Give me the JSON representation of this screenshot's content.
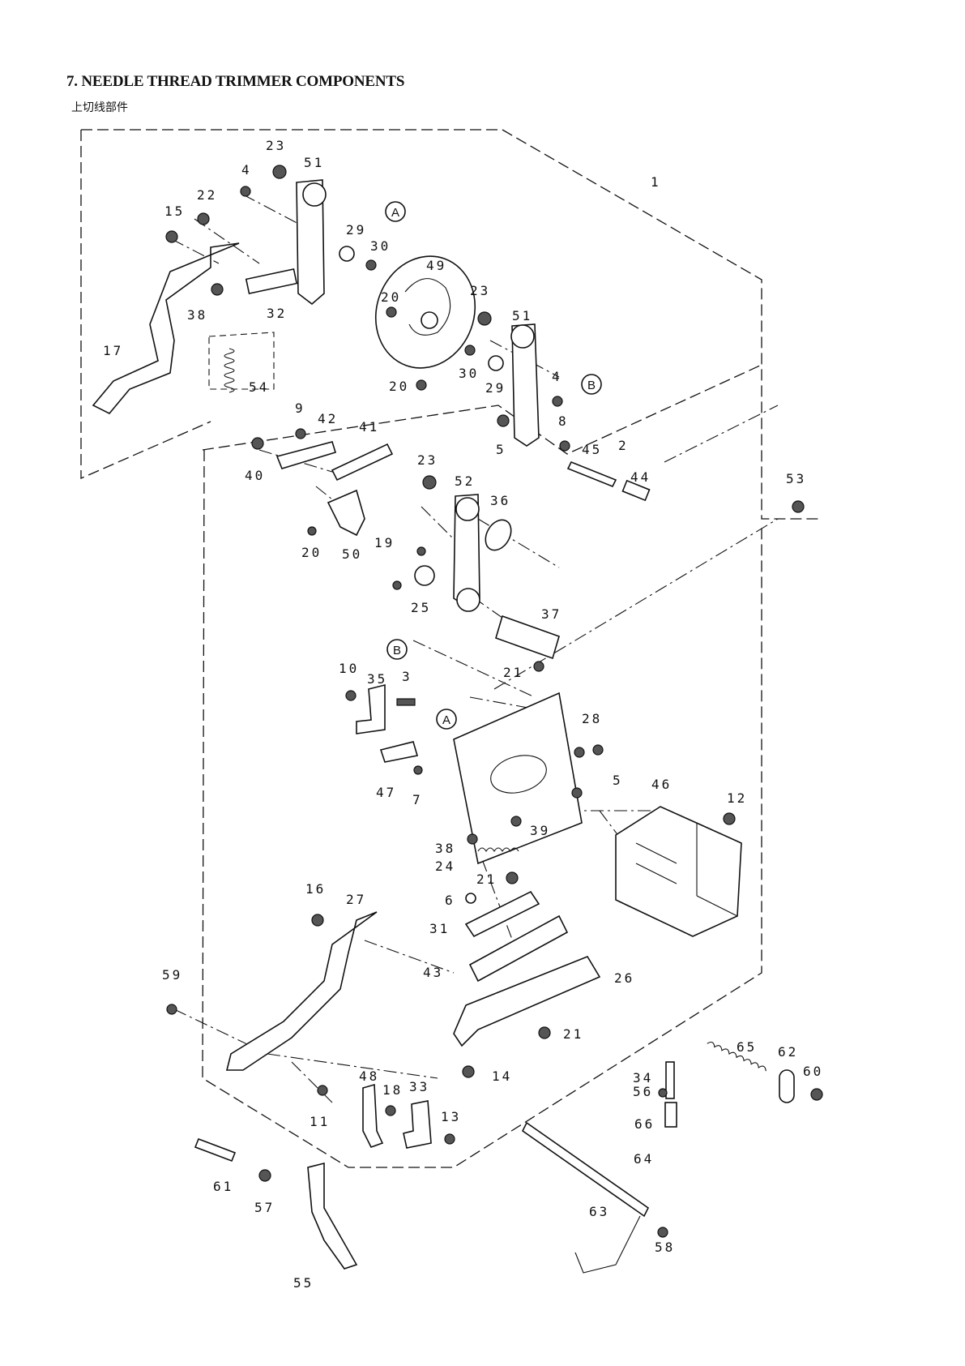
{
  "header": {
    "title": "7. NEEDLE THREAD TRIMMER COMPONENTS",
    "subtitle": "上切线部件"
  },
  "callouts": [
    {
      "id": "1",
      "label": "1"
    },
    {
      "id": "2",
      "label": "2"
    },
    {
      "id": "3",
      "label": "3"
    },
    {
      "id": "4a",
      "label": "4"
    },
    {
      "id": "4b",
      "label": "4"
    },
    {
      "id": "5a",
      "label": "5"
    },
    {
      "id": "5b",
      "label": "5"
    },
    {
      "id": "6",
      "label": "6"
    },
    {
      "id": "7",
      "label": "7"
    },
    {
      "id": "8",
      "label": "8"
    },
    {
      "id": "9",
      "label": "9"
    },
    {
      "id": "10",
      "label": "10"
    },
    {
      "id": "11",
      "label": "11"
    },
    {
      "id": "12",
      "label": "12"
    },
    {
      "id": "13",
      "label": "13"
    },
    {
      "id": "14",
      "label": "14"
    },
    {
      "id": "15",
      "label": "15"
    },
    {
      "id": "16",
      "label": "16"
    },
    {
      "id": "17",
      "label": "17"
    },
    {
      "id": "18",
      "label": "18"
    },
    {
      "id": "19",
      "label": "19"
    },
    {
      "id": "20a",
      "label": "20"
    },
    {
      "id": "20b",
      "label": "20"
    },
    {
      "id": "20c",
      "label": "20"
    },
    {
      "id": "21a",
      "label": "21"
    },
    {
      "id": "21b",
      "label": "21"
    },
    {
      "id": "21c",
      "label": "21"
    },
    {
      "id": "22",
      "label": "22"
    },
    {
      "id": "23a",
      "label": "23"
    },
    {
      "id": "23b",
      "label": "23"
    },
    {
      "id": "23c",
      "label": "23"
    },
    {
      "id": "24",
      "label": "24"
    },
    {
      "id": "25",
      "label": "25"
    },
    {
      "id": "26",
      "label": "26"
    },
    {
      "id": "27",
      "label": "27"
    },
    {
      "id": "28",
      "label": "28"
    },
    {
      "id": "29a",
      "label": "29"
    },
    {
      "id": "29b",
      "label": "29"
    },
    {
      "id": "30a",
      "label": "30"
    },
    {
      "id": "30b",
      "label": "30"
    },
    {
      "id": "31",
      "label": "31"
    },
    {
      "id": "32",
      "label": "32"
    },
    {
      "id": "33",
      "label": "33"
    },
    {
      "id": "34",
      "label": "34"
    },
    {
      "id": "35",
      "label": "35"
    },
    {
      "id": "36",
      "label": "36"
    },
    {
      "id": "37",
      "label": "37"
    },
    {
      "id": "38a",
      "label": "38"
    },
    {
      "id": "38b",
      "label": "38"
    },
    {
      "id": "39",
      "label": "39"
    },
    {
      "id": "40",
      "label": "40"
    },
    {
      "id": "41",
      "label": "41"
    },
    {
      "id": "42",
      "label": "42"
    },
    {
      "id": "43",
      "label": "43"
    },
    {
      "id": "44",
      "label": "44"
    },
    {
      "id": "45",
      "label": "45"
    },
    {
      "id": "46",
      "label": "46"
    },
    {
      "id": "47",
      "label": "47"
    },
    {
      "id": "48",
      "label": "48"
    },
    {
      "id": "49",
      "label": "49"
    },
    {
      "id": "50",
      "label": "50"
    },
    {
      "id": "51a",
      "label": "51"
    },
    {
      "id": "51b",
      "label": "51"
    },
    {
      "id": "52",
      "label": "52"
    },
    {
      "id": "53",
      "label": "53"
    },
    {
      "id": "54",
      "label": "54"
    },
    {
      "id": "55",
      "label": "55"
    },
    {
      "id": "56",
      "label": "56"
    },
    {
      "id": "57",
      "label": "57"
    },
    {
      "id": "58",
      "label": "58"
    },
    {
      "id": "59",
      "label": "59"
    },
    {
      "id": "60",
      "label": "60"
    },
    {
      "id": "61",
      "label": "61"
    },
    {
      "id": "62",
      "label": "62"
    },
    {
      "id": "63",
      "label": "63"
    },
    {
      "id": "64",
      "label": "64"
    },
    {
      "id": "65",
      "label": "65"
    },
    {
      "id": "66",
      "label": "66"
    }
  ],
  "references": {
    "a_top": "A",
    "a_plate": "A",
    "b_top": "B",
    "b_plate": "B"
  }
}
